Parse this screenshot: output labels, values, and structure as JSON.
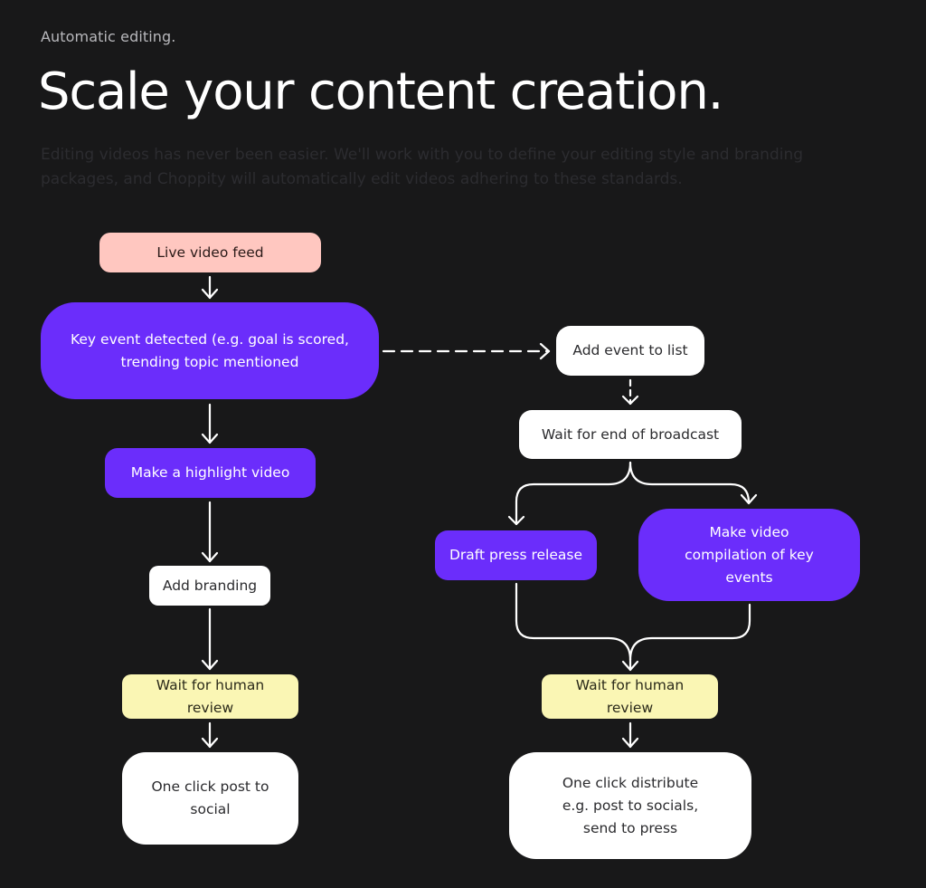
{
  "header": {
    "eyebrow": "Automatic editing.",
    "title": "Scale your content creation.",
    "subtitle": "Editing videos has never been easier. We'll work with you to define your editing style and branding packages, and Choppity will automatically edit videos adhering to these standards."
  },
  "colors": {
    "background": "#181819",
    "purple": "#6b2dfb",
    "pink": "#ffc7c0",
    "yellow": "#faf6b4",
    "white": "#ffffff"
  },
  "flow": {
    "left": {
      "live_feed": "Live video feed",
      "key_event": "Key event detected (e.g. goal is scored, trending topic mentioned",
      "highlight": "Make a highlight video",
      "branding": "Add branding",
      "review": "Wait for human review",
      "post": "One click post to social"
    },
    "right": {
      "add_event": "Add event to list",
      "wait_broadcast": "Wait for end of broadcast",
      "press_release": "Draft press release",
      "compilation": "Make video compilation of key events",
      "review": "Wait for human review",
      "distribute_line1": "One click distribute",
      "distribute_line2": "e.g. post to socials,",
      "distribute_line3": "send to press"
    }
  }
}
